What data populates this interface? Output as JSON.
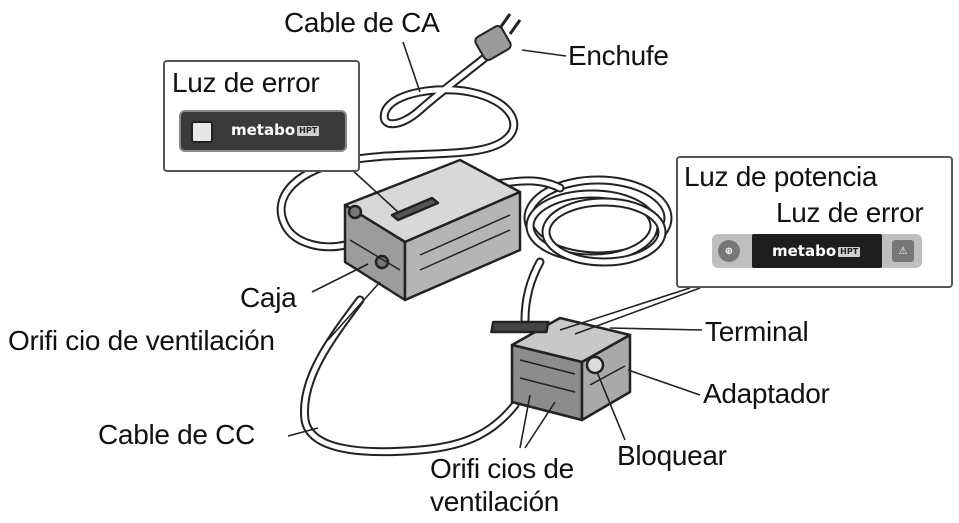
{
  "labels": {
    "cable_ca": "Cable de CA",
    "enchufe": "Enchufe",
    "luz_error_left": "Luz de error",
    "luz_potencia": "Luz de potencia",
    "luz_error_right": "Luz de error",
    "caja": "Caja",
    "orificio_ventilacion": "Orifi cio de ventilación",
    "terminal": "Terminal",
    "adaptador": "Adaptador",
    "cable_cc": "Cable de CC",
    "bloquear": "Bloquear",
    "orificios_line1": "Orifi cios de",
    "orificios_line2": "ventilación"
  },
  "brand": {
    "name": "metabo",
    "badge": "HPT"
  },
  "icons": {
    "power_lamp_glyph": "⊕",
    "error_lamp_glyph": "⚠"
  },
  "colors": {
    "line": "#222222",
    "device_body": "#bdbdbd",
    "device_dark": "#6a6a6a",
    "panel_dark": "#3a3a3a",
    "panel_light": "#bfbfbf"
  }
}
